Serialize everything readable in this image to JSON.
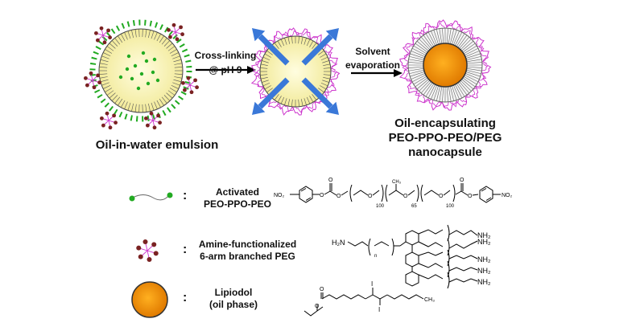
{
  "diagram": {
    "steps": [
      {
        "line1": "Cross-linking",
        "line2": "@ pH 9"
      },
      {
        "line1": "Solvent",
        "line2": "evaporation"
      }
    ],
    "stages": {
      "emulsion_caption": "Oil-in-water emulsion",
      "nanocapsule_caption": [
        "Oil-encapsulating",
        "PEO-PPO-PEO/PEG",
        "nanocapsule"
      ]
    },
    "legend": [
      {
        "label": [
          "Activated",
          "PEO-PPO-PEO"
        ],
        "colon": ":",
        "icon": "activated-polymer-icon"
      },
      {
        "label": [
          "Amine-functionalized",
          "6-arm branched PEG"
        ],
        "colon": ":",
        "icon": "branched-peg-icon"
      },
      {
        "label": [
          "Lipiodol",
          "(oil phase)"
        ],
        "colon": ":",
        "icon": "oil-droplet-icon"
      }
    ],
    "chem": {
      "no2": "NO₂",
      "o": "O",
      "ch3": "CH₃",
      "i": "I",
      "h2n": "H₂N",
      "nh2": "NH₂",
      "n": "n",
      "sub100": "100",
      "sub65": "65"
    },
    "colors": {
      "emulsion_dots": "#22aa22",
      "shell_pink": "#cc33cc",
      "oil_core": "#f39c12",
      "arrow_blue": "#3a78d8",
      "peg_brown": "#7a2222"
    }
  }
}
